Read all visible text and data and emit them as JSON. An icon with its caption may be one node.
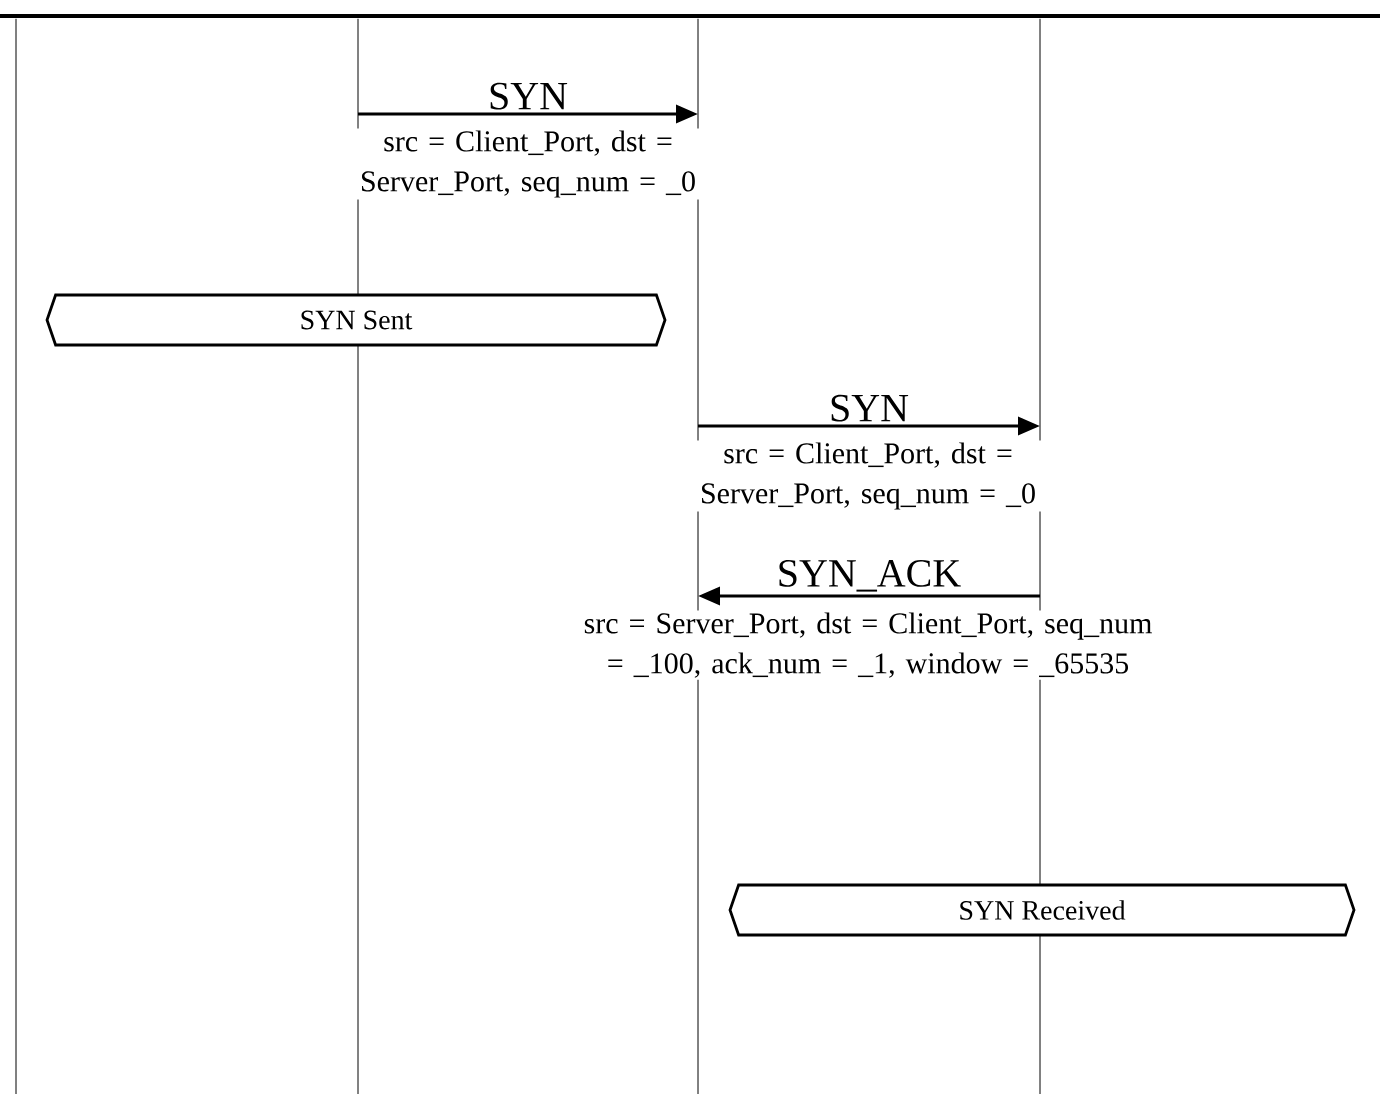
{
  "diagram": {
    "nodes": [
      {
        "text": [],
        "shape": "bar"
      },
      {
        "text": [],
        "shape": "bar"
      },
      {
        "text": [],
        "shape": "bar"
      },
      {
        "text": [],
        "shape": "bar"
      },
      {
        "text": [
          "SYN Sent"
        ]
      },
      {
        "text": [
          "SYN Received"
        ]
      }
    ],
    "edges": [
      {
        "from": 1,
        "to": 2,
        "arrow": "to",
        "label": "SYN"
      },
      {
        "from": 2,
        "to": 3,
        "arrow": "to",
        "label": "SYN"
      },
      {
        "from": 3,
        "to": 2,
        "arrow": "to",
        "label": "SYN_ACK"
      }
    ],
    "labels": [
      "src = Client_Port, dst = Server_Port, seq_num = _0",
      "src = Client_Port, dst = Server_Port, seq_num = _0",
      "src = Server_Port, dst = Client_Port, seq_num = _100, ack_num = _1, window = _65535"
    ]
  }
}
